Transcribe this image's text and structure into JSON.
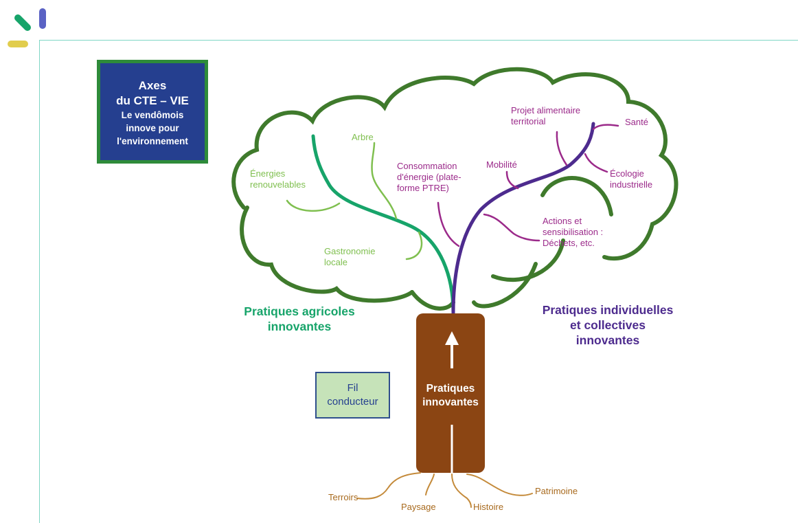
{
  "header": {
    "title_line1": "Axes",
    "title_line2": "du CTE – VIE",
    "subtitle_line1": "Le vendômois",
    "subtitle_line2": "innove pour",
    "subtitle_line3": "l'environnement"
  },
  "fil": {
    "line1": "Fil",
    "line2": "conducteur"
  },
  "trunk": {
    "line1": "Pratiques",
    "line2": "innovantes"
  },
  "left_group": {
    "line1": "Pratiques agricoles",
    "line2": "innovantes"
  },
  "right_group": {
    "line1": "Pratiques individuelles",
    "line2": "et collectives",
    "line3": "innovantes"
  },
  "green_branches": {
    "energies": [
      "Énergies",
      "renouvelables"
    ],
    "arbre": "Arbre",
    "gastronomie": [
      "Gastronomie",
      "locale"
    ]
  },
  "purple_branches": {
    "consommation": [
      "Consommation",
      "d'énergie (plate-",
      "forme PTRE)"
    ],
    "mobilite": "Mobilité",
    "projet": [
      "Projet alimentaire",
      "territorial"
    ],
    "sante": "Santé",
    "ecologie": [
      "Écologie",
      "industrielle"
    ],
    "actions": [
      "Actions et",
      "sensibilisation :",
      "Déchets, etc."
    ]
  },
  "roots": {
    "terroirs": "Terroirs",
    "paysage": "Paysage",
    "histoire": "Histoire",
    "patrimoine": "Patrimoine"
  },
  "colors": {
    "title_bg": "#253f8f",
    "title_border": "#2e8b3a",
    "cloud": "#3f7a2c",
    "green": "#17a46a",
    "purple": "#4d2b8e",
    "trunk": "#8b4513",
    "root": "#a86a1e",
    "fil_bg": "#c6e3b9"
  }
}
